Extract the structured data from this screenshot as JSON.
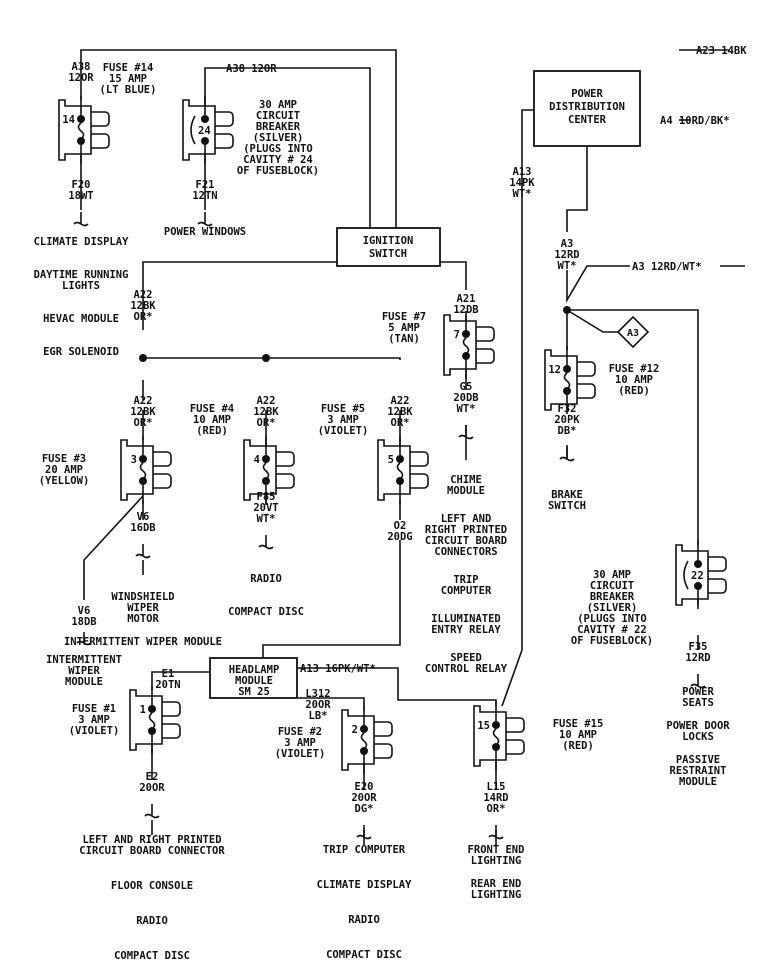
{
  "title": "Fuse Block Wiring Diagram",
  "modules": {
    "ignition_switch": [
      "IGNITION",
      "SWITCH"
    ],
    "power_distribution_center": [
      "POWER",
      "DISTRIBUTION",
      "CENTER"
    ],
    "headlamp_module": [
      "HEADLAMP",
      "MODULE",
      "SM 25"
    ]
  },
  "external_wires": {
    "a38_top": "A38 12OR",
    "a23": "A23 14BK",
    "a4": "A4 10RD/BK*",
    "a3_out": "A3 12RD/WT*",
    "a3_connector": "A3",
    "a13_headlamp": "A13 16PK/WT*",
    "a13_pdc": [
      "A13",
      "14PK",
      "WT*"
    ],
    "a3_pdc": [
      "A3",
      "12RD",
      "WT*"
    ],
    "a22_main": [
      "A22",
      "12BK",
      "OR*"
    ],
    "a21": [
      "A21",
      "12DB"
    ],
    "e1": [
      "E1",
      "20TN"
    ],
    "l312": [
      "L312",
      "20OR",
      "LB*"
    ],
    "o2": [
      "O2",
      "20DG"
    ],
    "v6_branch": [
      "V6",
      "18DB"
    ]
  },
  "fuses": [
    {
      "id": "14",
      "title": [
        "FUSE #14",
        "15 AMP",
        "(LT BLUE)"
      ],
      "in_wire": [
        "A38",
        "12OR"
      ],
      "out_wire": [
        "F20",
        "18WT"
      ],
      "loads": [
        "CLIMATE DISPLAY",
        "DAYTIME RUNNING LIGHTS",
        "HEVAC MODULE",
        "EGR SOLENOID"
      ]
    },
    {
      "id": "24",
      "title": [
        "30 AMP",
        "CIRCUIT",
        "BREAKER",
        "(SILVER)",
        "(PLUGS INTO",
        "CAVITY # 24",
        "OF FUSEBLOCK)"
      ],
      "out_wire": [
        "F21",
        "12TN"
      ],
      "loads": [
        "POWER WINDOWS"
      ]
    },
    {
      "id": "7",
      "title": [
        "FUSE #7",
        "5 AMP",
        "(TAN)"
      ],
      "out_wire": [
        "G5",
        "20DB",
        "WT*"
      ],
      "loads": [
        "CHIME MODULE",
        "LEFT AND RIGHT PRINTED CIRCUIT BOARD CONNECTORS",
        "TRIP COMPUTER",
        "ILLUMINATED ENTRY RELAY",
        "SPEED CONTROL RELAY"
      ]
    },
    {
      "id": "12",
      "title": [
        "FUSE #12",
        "10 AMP",
        "(RED)"
      ],
      "out_wire": [
        "F32",
        "20PK",
        "DB*"
      ],
      "loads": [
        "BRAKE SWITCH"
      ]
    },
    {
      "id": "3",
      "title": [
        "FUSE #3",
        "20 AMP",
        "(YELLOW)"
      ],
      "in_wire": [
        "A22",
        "12BK",
        "OR*"
      ],
      "out_wire": [
        "V6",
        "16DB"
      ],
      "loads": [
        "WINDSHIELD WIPER MOTOR",
        "INTERMITTENT WIPER MODULE"
      ]
    },
    {
      "id": "4",
      "title": [
        "FUSE #4",
        "10 AMP",
        "(RED)"
      ],
      "in_wire": [
        "A22",
        "12BK",
        "OR*"
      ],
      "out_wire": [
        "F85",
        "20VT",
        "WT*"
      ],
      "loads": [
        "RADIO",
        "COMPACT DISC"
      ]
    },
    {
      "id": "5",
      "title": [
        "FUSE #5",
        "3 AMP",
        "(VIOLET)"
      ],
      "in_wire": [
        "A22",
        "12BK",
        "OR*"
      ]
    },
    {
      "id": "22",
      "title": [
        "30 AMP",
        "CIRCUIT",
        "BREAKER",
        "(SILVER)",
        "(PLUGS INTO",
        "CAVITY # 22",
        "OF FUSEBLOCK)"
      ],
      "out_wire": [
        "F35",
        "12RD"
      ],
      "loads": [
        "POWER SEATS",
        "POWER DOOR LOCKS",
        "PASSIVE RESTRAINT MODULE"
      ]
    },
    {
      "id": "1",
      "title": [
        "FUSE #1",
        "3 AMP",
        "(VIOLET)"
      ],
      "out_wire": [
        "E2",
        "20OR"
      ],
      "loads": [
        "LEFT AND RIGHT PRINTED CIRCUIT BOARD CONNECTOR",
        "FLOOR CONSOLE",
        "RADIO",
        "COMPACT DISC"
      ]
    },
    {
      "id": "2",
      "title": [
        "FUSE #2",
        "3 AMP",
        "(VIOLET)"
      ],
      "out_wire": [
        "E20",
        "20OR",
        "DG*"
      ],
      "loads": [
        "TRIP COMPUTER",
        "CLIMATE DISPLAY",
        "RADIO",
        "COMPACT DISC"
      ]
    },
    {
      "id": "15",
      "title": [
        "FUSE #15",
        "10 AMP",
        "(RED)"
      ],
      "out_wire": [
        "L15",
        "14RD",
        "OR*"
      ],
      "loads": [
        "FRONT END LIGHTING",
        "REAR END LIGHTING"
      ]
    }
  ]
}
